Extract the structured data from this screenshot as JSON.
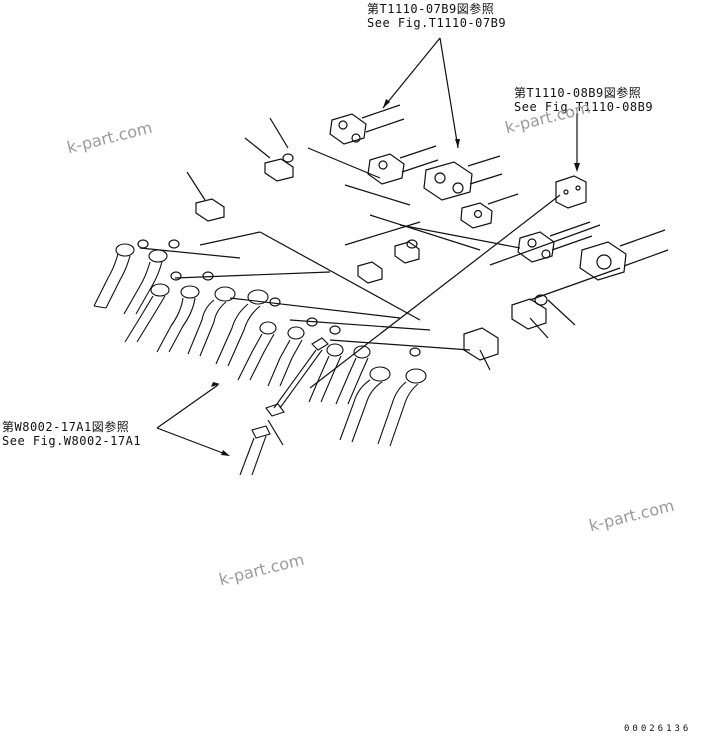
{
  "references": [
    {
      "line1": "第T1110-07B9図参照",
      "line2": "See Fig.T1110-07B9"
    },
    {
      "line1": "第T1110-08B9図参照",
      "line2": "See Fig.T1110-08B9"
    },
    {
      "line1": "第W8002-17A1図参照",
      "line2": "See Fig.W8002-17A1"
    }
  ],
  "watermarks": [
    "k-part.com",
    "k-part.com",
    "k-part.com",
    "k-part.com"
  ],
  "drawing_code": "00026136"
}
